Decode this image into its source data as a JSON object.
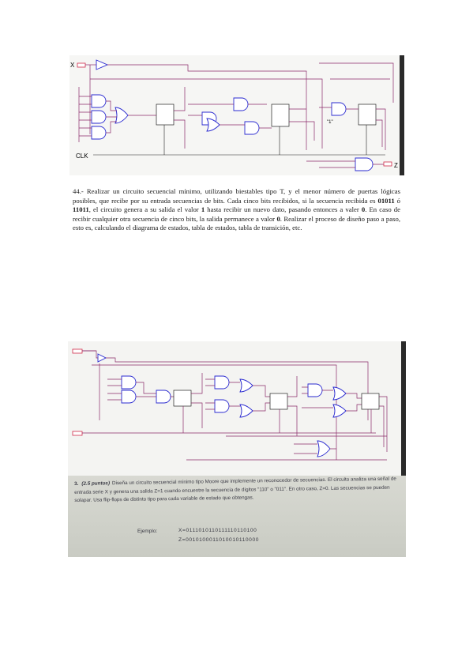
{
  "figure1": {
    "input_label": "X",
    "clock_label": "CLK",
    "output_label": "Z",
    "constant_label": "\"1\""
  },
  "problem44": {
    "number": "44.-",
    "p1": " Realizar un circuito secuencial mínimo, utilizando biestables tipo T, y el menor número de puertas lógicas posibles, que recibe por su entrada secuencias de bits. Cada cinco bits recibidos, si la secuencia recibida es ",
    "seq_a": "01011",
    "p2": " ó ",
    "seq_b": "11011",
    "p3": ", el circuito genera a su salida el valor ",
    "val_one": "1",
    "p4": " hasta recibir un nuevo dato, pasando entonces a valer ",
    "val_zero_1": "0",
    "p5": ". En caso de recibir cualquier otra secuencia de cinco bits, la salida permanece a valor ",
    "val_zero_2": "0",
    "p6": ". Realizar el proceso de diseño paso a paso, esto es, calculando el diagrama de estados, tabla de estados, tabla de transición, etc."
  },
  "problem3": {
    "number": "3.",
    "points": "(2.5 puntos)",
    "text": "Diseña un circuito secuencial mínimo tipo Moore que implemente un reconocedor de secuencias. El circuito analiza una señal de entrada serie X y genera una salida Z=1 cuando encuentre la secuencia de dígitos \"110\" o \"011\". En otro caso, Z=0. Las secuencias se pueden solapar. Usa flip-flops de distinto tipo para cada variable de estado que obtengas.",
    "example_label": "Ejemplo:",
    "x_sequence": "X=0111010110111110110100",
    "z_sequence": "Z=0010100011010010110000"
  },
  "colors": {
    "wire": "#8a2a6a",
    "gate": "#2a2ad0",
    "bar": "#2a2a2a"
  }
}
